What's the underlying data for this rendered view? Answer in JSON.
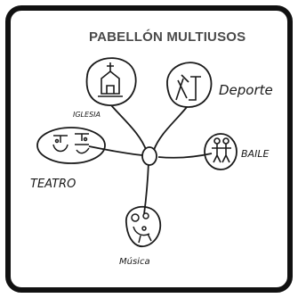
{
  "title": "PABELLÓN MULTIUSOS",
  "nodes": [
    {
      "id": "iglesia",
      "label": "IGLESIA",
      "icon": "church-icon"
    },
    {
      "id": "deporte",
      "label": "Deporte",
      "icon": "sports-icon"
    },
    {
      "id": "teatro",
      "label": "TEATRO",
      "icon": "theater-icon"
    },
    {
      "id": "baile",
      "label": "BAILE",
      "icon": "dance-icon"
    },
    {
      "id": "musica",
      "label": "Música",
      "icon": "music-icon"
    }
  ],
  "colors": {
    "ink": "#1a1a1a",
    "title": "#4a4a4a",
    "frame": "#111111"
  }
}
